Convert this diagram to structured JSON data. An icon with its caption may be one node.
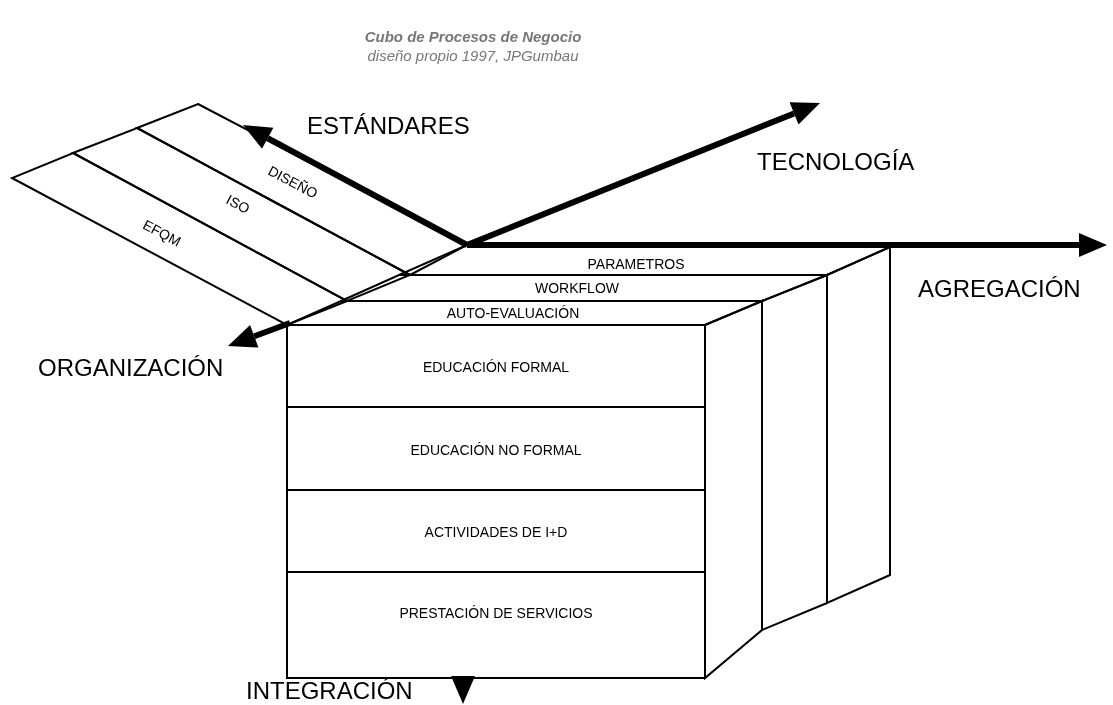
{
  "diagram": {
    "title": "Cubo de Procesos de Negocio",
    "caption": "diseño propio 1997, JPGumbau",
    "nodes": [
      {
        "text": [
          "DISEÑO"
        ]
      },
      {
        "text": [
          "ISO"
        ]
      },
      {
        "text": [
          "EFQM"
        ]
      },
      {
        "text": [
          "PARAMETROS"
        ]
      },
      {
        "text": [
          "WORKFLOW"
        ]
      },
      {
        "text": [
          "AUTO-EVALUACIÓN"
        ]
      },
      {
        "text": [
          "EDUCACIÓN FORMAL"
        ]
      },
      {
        "text": [
          "EDUCACIÓN NO FORMAL"
        ]
      },
      {
        "text": [
          "ACTIVIDADES DE I+D"
        ]
      },
      {
        "text": [
          "PRESTACIÓN DE SERVICIOS"
        ]
      }
    ],
    "labels": [
      "ESTÁNDARES",
      "TECNOLOGÍA",
      "AGREGACIÓN",
      "ORGANIZACIÓN",
      "INTEGRACIÓN"
    ]
  }
}
